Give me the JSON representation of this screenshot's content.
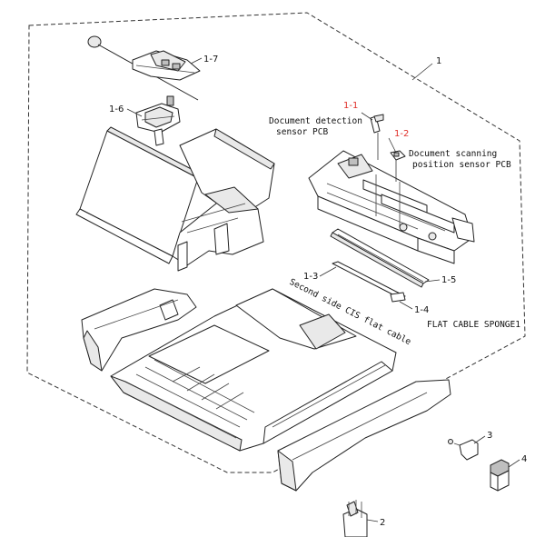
{
  "callouts": {
    "main": "1",
    "c1_1": "1-1",
    "c1_2": "1-2",
    "c1_3": "1-3",
    "c1_4": "1-4",
    "c1_5": "1-5",
    "c1_6": "1-6",
    "c1_7": "1-7",
    "c2": "2",
    "c3": "3",
    "c4": "4"
  },
  "descriptions": {
    "doc_detection_line1": "Document detection",
    "doc_detection_line2": "sensor PCB",
    "doc_scanning_line1": "Document scanning",
    "doc_scanning_line2": "position sensor PCB",
    "cis_cable": "Second side CIS flat cable",
    "sponge": "FLAT CABLE SPONGE1"
  },
  "colors": {
    "highlight_callout": "#e0302a",
    "line": "#222222"
  }
}
